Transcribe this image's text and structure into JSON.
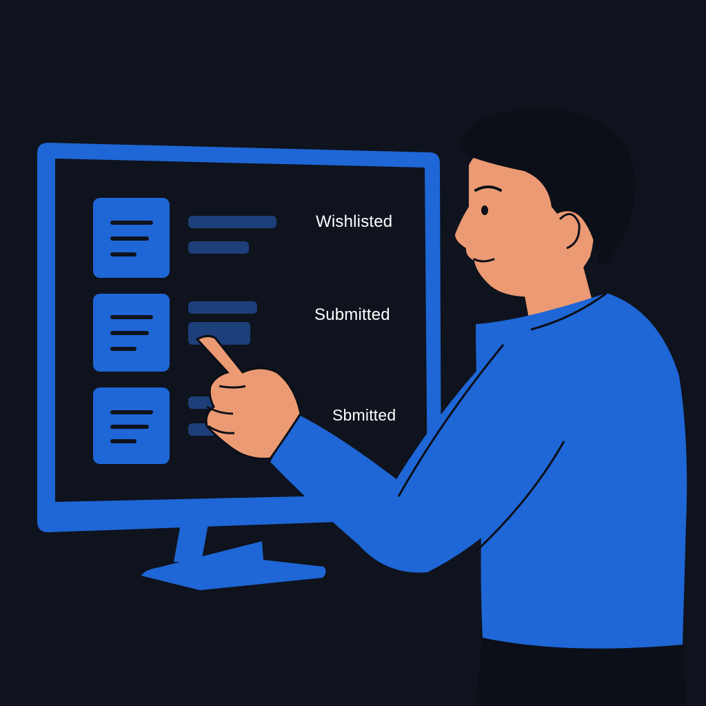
{
  "applications": [
    {
      "status": "Wishlisted"
    },
    {
      "status": "Submitted"
    },
    {
      "status": "Sbmitted"
    }
  ],
  "colors": {
    "background": "#0e131d",
    "monitor_blue": "#1f66d6",
    "screen": "#0e131d",
    "placeholder_bar": "#1d3f7a",
    "skin": "#ec9a73",
    "hair": "#0b0f17",
    "shirt": "#1f66d6",
    "label_text": "#ffffff"
  },
  "icons": [
    "document-icon",
    "document-icon",
    "document-icon"
  ]
}
